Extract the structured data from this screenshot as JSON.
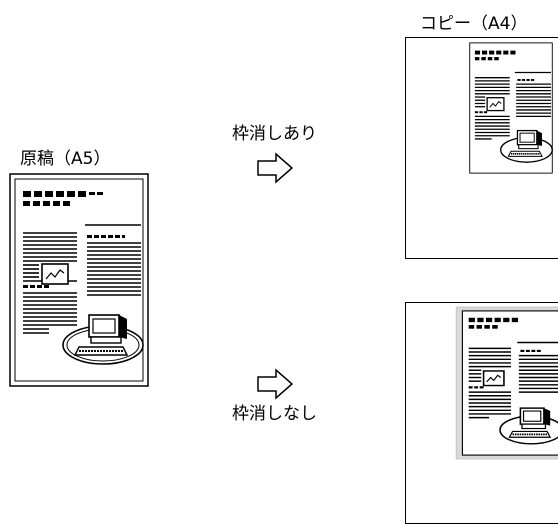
{
  "original": {
    "label": "原稿（A5）"
  },
  "copy": {
    "label": "コピー（A4）"
  },
  "options": {
    "frame_erase_on": "枠消しあり",
    "frame_erase_off": "枠消しなし"
  },
  "icons": [
    "right-arrow-icon",
    "chart-icon",
    "computer-icon",
    "keyboard-icon"
  ]
}
